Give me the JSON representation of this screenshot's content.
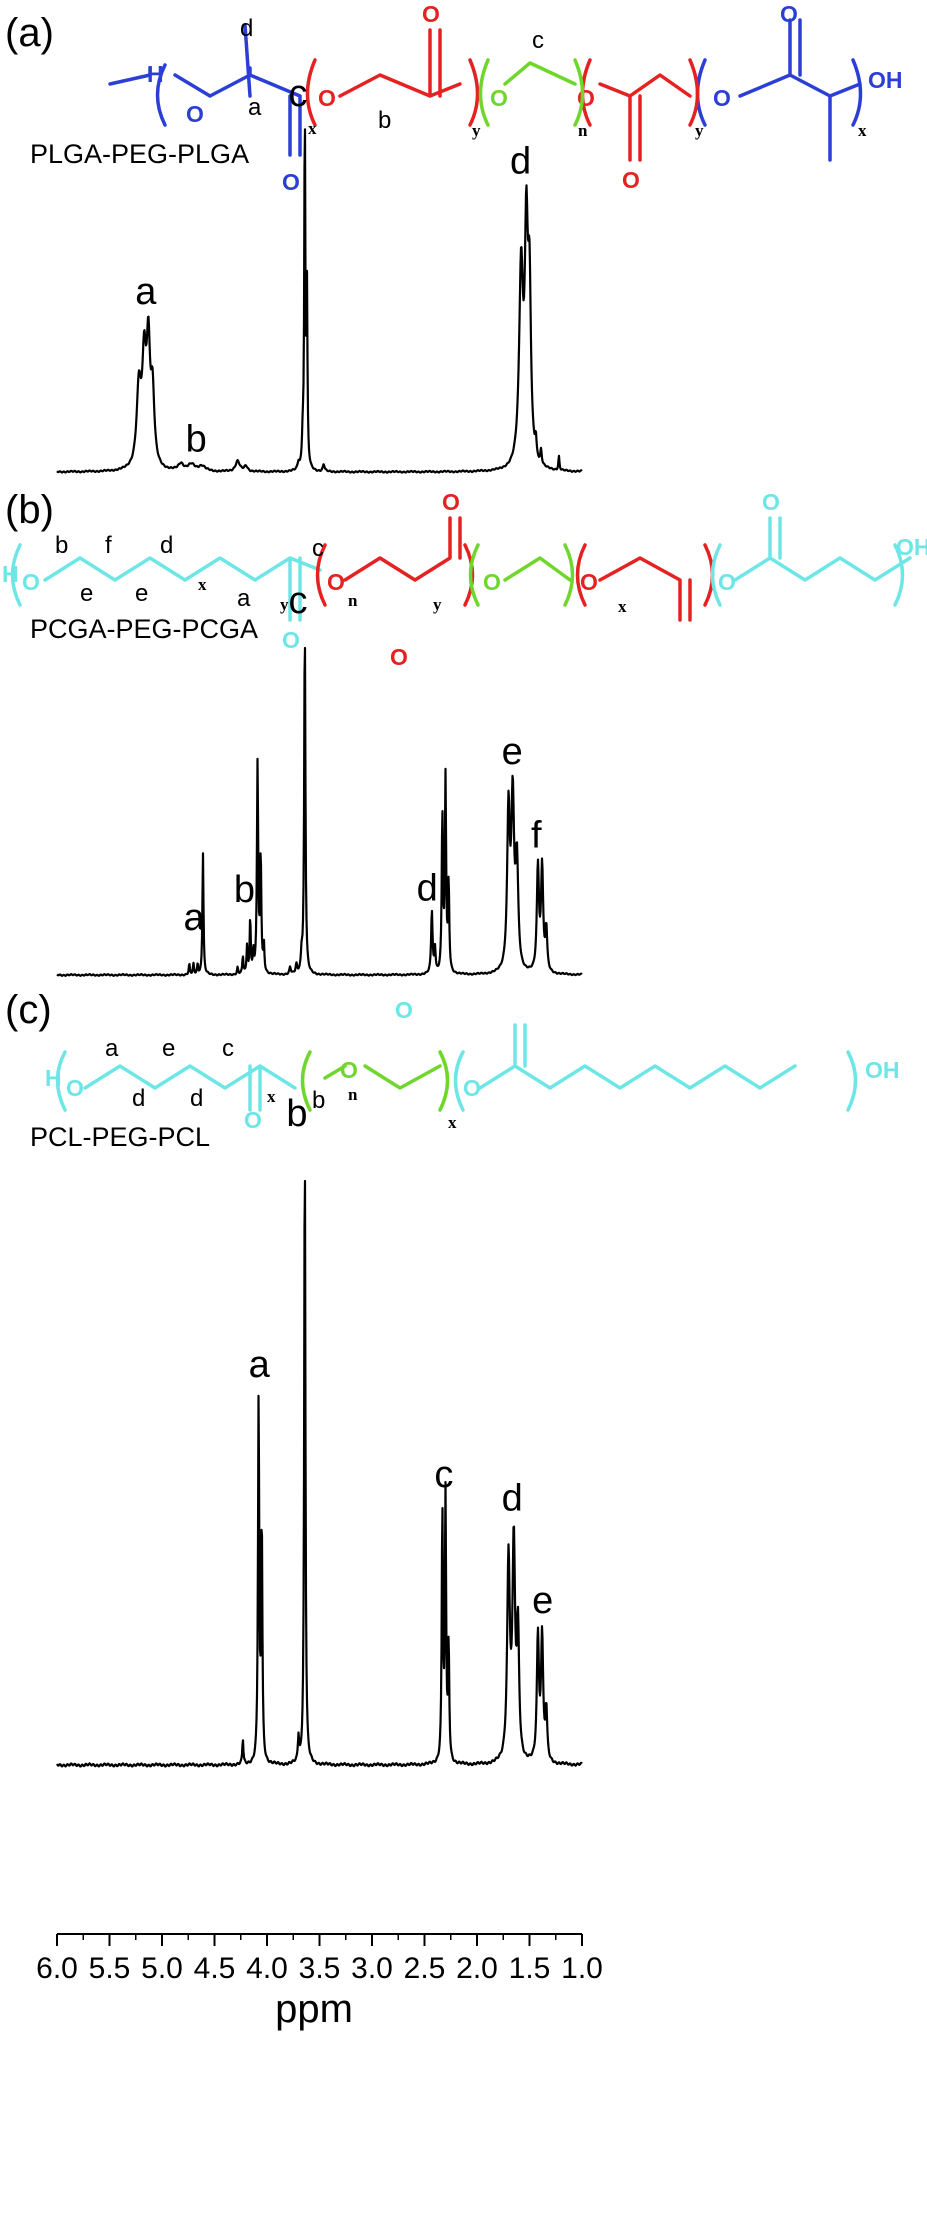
{
  "colors": {
    "spectrum": "#000000",
    "pla": "#2b3fd6",
    "pga": "#e52222",
    "peg": "#6fd62b",
    "pcl": "#6ee6e6"
  },
  "chart_data": {
    "type": "line",
    "xlabel": "ppm",
    "xlim": [
      6.0,
      1.0
    ],
    "x_reversed": true,
    "xticks": [
      "6.0",
      "5.5",
      "5.0",
      "4.5",
      "4.0",
      "3.5",
      "3.0",
      "2.5",
      "2.0",
      "1.5",
      "1.0"
    ],
    "grid": false,
    "panels": [
      {
        "letter": "(a)",
        "name": "PLGA-PEG-PLGA",
        "peaks": [
          {
            "ppm": 5.22,
            "height": 0.22,
            "width": 0.025
          },
          {
            "ppm": 5.17,
            "height": 0.28,
            "width": 0.022
          },
          {
            "ppm": 5.13,
            "height": 0.32,
            "width": 0.02
          },
          {
            "ppm": 5.09,
            "height": 0.2,
            "width": 0.02
          },
          {
            "ppm": 4.82,
            "height": 0.02,
            "width": 0.03
          },
          {
            "ppm": 4.72,
            "height": 0.018,
            "width": 0.04
          },
          {
            "ppm": 4.62,
            "height": 0.015,
            "width": 0.04
          },
          {
            "ppm": 4.28,
            "height": 0.03,
            "width": 0.025
          },
          {
            "ppm": 4.2,
            "height": 0.015,
            "width": 0.02
          },
          {
            "ppm": 3.7,
            "height": 0.02,
            "width": 0.01
          },
          {
            "ppm": 3.66,
            "height": 0.08,
            "width": 0.008
          },
          {
            "ppm": 3.64,
            "height": 1.0,
            "width": 0.006
          },
          {
            "ppm": 3.62,
            "height": 0.5,
            "width": 0.006
          },
          {
            "ppm": 3.46,
            "height": 0.02,
            "width": 0.01
          },
          {
            "ppm": 1.58,
            "height": 0.55,
            "width": 0.022
          },
          {
            "ppm": 1.53,
            "height": 0.62,
            "width": 0.018
          },
          {
            "ppm": 1.5,
            "height": 0.45,
            "width": 0.016
          },
          {
            "ppm": 1.44,
            "height": 0.05,
            "width": 0.008
          },
          {
            "ppm": 1.39,
            "height": 0.04,
            "width": 0.008
          },
          {
            "ppm": 1.22,
            "height": 0.04,
            "width": 0.006
          }
        ],
        "peak_labels": [
          {
            "text": "a",
            "ppm": 5.16
          },
          {
            "text": "b",
            "ppm": 4.68
          },
          {
            "text": "c",
            "ppm": 3.7
          },
          {
            "text": "d",
            "ppm": 1.59
          }
        ]
      },
      {
        "letter": "(b)",
        "name": "PCGA-PEG-PCGA",
        "peaks": [
          {
            "ppm": 4.74,
            "height": 0.03,
            "width": 0.006
          },
          {
            "ppm": 4.7,
            "height": 0.03,
            "width": 0.006
          },
          {
            "ppm": 4.66,
            "height": 0.03,
            "width": 0.006
          },
          {
            "ppm": 4.61,
            "height": 0.35,
            "width": 0.006
          },
          {
            "ppm": 4.28,
            "height": 0.02,
            "width": 0.006
          },
          {
            "ppm": 4.23,
            "height": 0.05,
            "width": 0.006
          },
          {
            "ppm": 4.19,
            "height": 0.08,
            "width": 0.006
          },
          {
            "ppm": 4.16,
            "height": 0.16,
            "width": 0.006
          },
          {
            "ppm": 4.13,
            "height": 0.06,
            "width": 0.006
          },
          {
            "ppm": 4.09,
            "height": 0.6,
            "width": 0.007
          },
          {
            "ppm": 4.06,
            "height": 0.33,
            "width": 0.007
          },
          {
            "ppm": 4.03,
            "height": 0.08,
            "width": 0.006
          },
          {
            "ppm": 3.78,
            "height": 0.02,
            "width": 0.008
          },
          {
            "ppm": 3.72,
            "height": 0.025,
            "width": 0.008
          },
          {
            "ppm": 3.67,
            "height": 0.05,
            "width": 0.008
          },
          {
            "ppm": 3.64,
            "height": 1.0,
            "width": 0.007
          },
          {
            "ppm": 2.43,
            "height": 0.18,
            "width": 0.008
          },
          {
            "ppm": 2.4,
            "height": 0.07,
            "width": 0.007
          },
          {
            "ppm": 2.33,
            "height": 0.45,
            "width": 0.007
          },
          {
            "ppm": 2.3,
            "height": 0.55,
            "width": 0.007
          },
          {
            "ppm": 2.27,
            "height": 0.25,
            "width": 0.007
          },
          {
            "ppm": 1.7,
            "height": 0.45,
            "width": 0.015
          },
          {
            "ppm": 1.66,
            "height": 0.48,
            "width": 0.016
          },
          {
            "ppm": 1.62,
            "height": 0.3,
            "width": 0.015
          },
          {
            "ppm": 1.42,
            "height": 0.3,
            "width": 0.012
          },
          {
            "ppm": 1.38,
            "height": 0.3,
            "width": 0.012
          },
          {
            "ppm": 1.34,
            "height": 0.12,
            "width": 0.01
          }
        ],
        "peak_labels": [
          {
            "text": "a",
            "ppm": 4.7
          },
          {
            "text": "b",
            "ppm": 4.22
          },
          {
            "text": "c",
            "ppm": 3.7
          },
          {
            "text": "d",
            "ppm": 2.48
          },
          {
            "text": "e",
            "ppm": 1.67
          },
          {
            "text": "f",
            "ppm": 1.39
          }
        ]
      },
      {
        "letter": "(c)",
        "name": "PCL-PEG-PCL",
        "peaks": [
          {
            "ppm": 4.23,
            "height": 0.04,
            "width": 0.006
          },
          {
            "ppm": 4.08,
            "height": 0.58,
            "width": 0.007
          },
          {
            "ppm": 4.05,
            "height": 0.38,
            "width": 0.007
          },
          {
            "ppm": 3.7,
            "height": 0.04,
            "width": 0.007
          },
          {
            "ppm": 3.64,
            "height": 1.0,
            "width": 0.007
          },
          {
            "ppm": 2.33,
            "height": 0.4,
            "width": 0.007
          },
          {
            "ppm": 2.3,
            "height": 0.42,
            "width": 0.007
          },
          {
            "ppm": 2.27,
            "height": 0.18,
            "width": 0.007
          },
          {
            "ppm": 1.7,
            "height": 0.32,
            "width": 0.015
          },
          {
            "ppm": 1.65,
            "height": 0.34,
            "width": 0.015
          },
          {
            "ppm": 1.61,
            "height": 0.2,
            "width": 0.013
          },
          {
            "ppm": 1.42,
            "height": 0.2,
            "width": 0.012
          },
          {
            "ppm": 1.38,
            "height": 0.2,
            "width": 0.012
          },
          {
            "ppm": 1.34,
            "height": 0.08,
            "width": 0.01
          }
        ],
        "peak_labels": [
          {
            "text": "a",
            "ppm": 4.08
          },
          {
            "text": "b",
            "ppm": 3.72
          },
          {
            "text": "c",
            "ppm": 2.31
          },
          {
            "text": "d",
            "ppm": 1.67
          },
          {
            "text": "e",
            "ppm": 1.38
          }
        ]
      }
    ]
  },
  "structures": {
    "a": {
      "atom_h": "H",
      "atom_o": "O",
      "atom_oh": "OH",
      "labels": [
        "d",
        "a",
        "b",
        "c"
      ],
      "subs": [
        "x",
        "y",
        "n",
        "y",
        "x"
      ]
    },
    "b": {
      "atom_h": "H",
      "atom_o": "O",
      "atom_oh": "OH",
      "labels": [
        "b",
        "f",
        "d",
        "e",
        "e",
        "a",
        "c"
      ],
      "subs": [
        "x",
        "y",
        "n",
        "y",
        "x"
      ]
    },
    "c": {
      "atom_h": "H",
      "atom_o": "O",
      "atom_oh": "OH",
      "labels": [
        "a",
        "e",
        "c",
        "d",
        "d",
        "b"
      ],
      "subs": [
        "x",
        "n",
        "x"
      ]
    }
  }
}
